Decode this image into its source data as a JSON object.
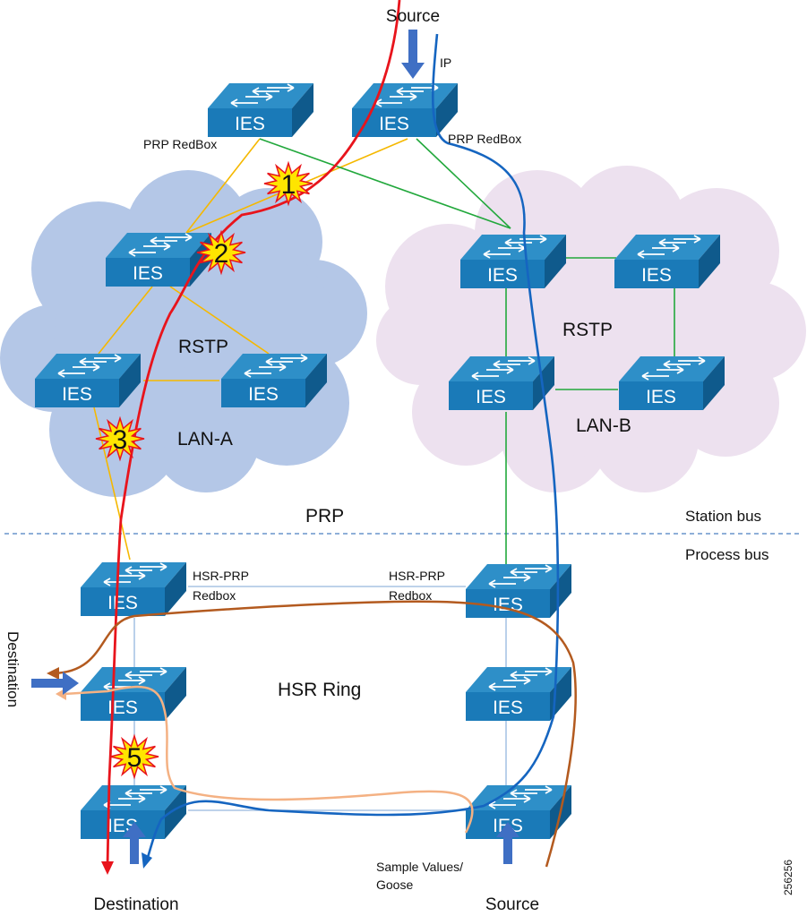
{
  "title": "",
  "labels": {
    "source_top": "Source",
    "ip": "IP",
    "prp_redbox_left": "PRP RedBox",
    "prp_redbox_right": "PRP RedBox",
    "rstp_left": "RSTP",
    "rstp_right": "RSTP",
    "lan_a": "LAN-A",
    "lan_b": "LAN-B",
    "prp": "PRP",
    "station_bus": "Station bus",
    "process_bus": "Process bus",
    "hsr_prp_left_1": "HSR-PRP",
    "hsr_prp_left_2": "Redbox",
    "hsr_prp_right_1": "HSR-PRP",
    "hsr_prp_right_2": "Redbox",
    "hsr_ring": "HSR Ring",
    "destination_left": "Destination",
    "destination_bottom": "Destination",
    "source_bottom": "Source",
    "sample_values_1": "Sample Values/",
    "sample_values_2": "Goose",
    "figure_id": "256256"
  },
  "switch_label": "IES",
  "failure_markers": [
    "1",
    "2",
    "3",
    "5"
  ],
  "colors": {
    "lan_a_cloud": "#b4c7e7",
    "lan_b_cloud": "#ede1ef",
    "switch_top": "#2e8fc8",
    "switch_front": "#1a7ab8",
    "switch_side": "#0f5a8c",
    "lan_a_link": "#f5b800",
    "lan_b_link": "#22a83c",
    "hsr_link": "#a9c4e4",
    "prp_path": "#e8141c",
    "ip_path": "#1565c0",
    "hsr_path": "#b35a1f",
    "sv_goose_path": "#f4b183",
    "arrow_fill": "#3f6fc4",
    "bus_divider": "#4a7fc1",
    "burst_fill": "#ffe500",
    "burst_stroke": "#e8141c"
  }
}
